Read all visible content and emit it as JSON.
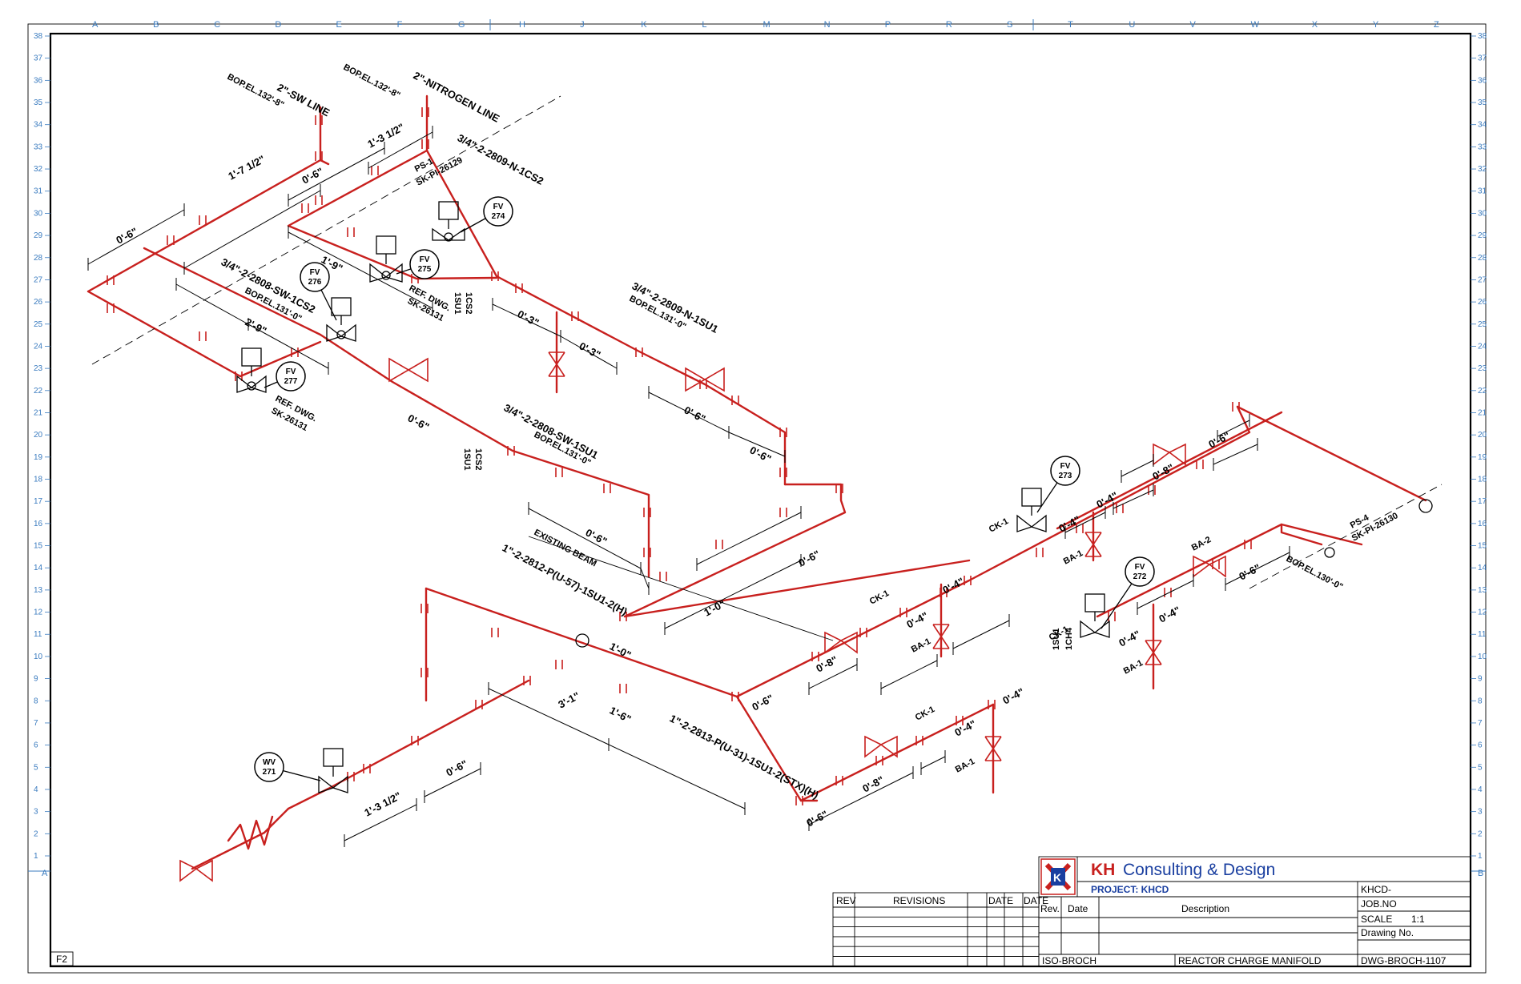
{
  "sheet": {
    "grid_letters": [
      "A",
      "B",
      "C",
      "D",
      "E",
      "F",
      "G",
      "H",
      "J",
      "K",
      "L",
      "M",
      "N",
      "P",
      "R",
      "S",
      "T",
      "U",
      "V",
      "W",
      "X",
      "Y",
      "Z"
    ],
    "grid_numbers": [
      "38",
      "37",
      "36",
      "35",
      "34",
      "33",
      "32",
      "31",
      "30",
      "29",
      "28",
      "27",
      "26",
      "25",
      "24",
      "23",
      "22",
      "21",
      "20",
      "19",
      "18",
      "17",
      "16",
      "15",
      "14",
      "13",
      "12",
      "11",
      "10",
      "9",
      "8",
      "7",
      "6",
      "5",
      "4",
      "3",
      "2",
      "1"
    ],
    "side_left": "A",
    "side_right": "B",
    "sheet_size": "F2",
    "colors": {
      "pipe": "#c8201e",
      "grid": "#3a7bbf",
      "ink": "#000000"
    }
  },
  "diagram": {
    "pipe_labels": {
      "sw_line": "2\"-SW LINE",
      "sw_el": "BOP.EL.132'-8\"",
      "nitrogen_line": "2\"-NITROGEN LINE",
      "nitrogen_el": "BOP.EL.132'-8\"",
      "n_1cs2": "3/4\"-2-2809-N-1CS2",
      "ps1": "PS-1",
      "ps1_ref": "SK-PI-26129",
      "sw_1cs2": "3/4\"-2-2808-SW-1CS2",
      "sw_1cs2_el": "BOP.EL.131'-0\"",
      "n_1su1": "3/4\"-2-2809-N-1SU1",
      "n_1su1_el": "BOP.EL.131'-0\"",
      "sw_1su1": "3/4\"-2-2808-SW-1SU1",
      "sw_1su1_el": "BOP.EL.131'-0\"",
      "existing_beam": "EXISTING BEAM",
      "p_2812": "1\"-2-2812-P(U-57)-1SU1-2(H)",
      "p_2813": "1\"-2-2813-P(U-31)-1SU1-2(STX)(H)",
      "ps4": "PS-4",
      "ps4_ref": "SK-PI-26130",
      "bop_130": "BOP.EL.130'-0\"",
      "spec_1cs2_a": "1CS2",
      "spec_1su1_a": "1SU1",
      "spec_1cs2_b": "1CS2",
      "spec_1su1_b": "1SU1",
      "spec_1su1_c": "1SU1",
      "spec_1ch4": "1CH4"
    },
    "refs": {
      "ref_275": "REF. DWG.",
      "ref_275_no": "SK-26131",
      "ref_277": "REF. DWG.",
      "ref_277_no": "SK-26131"
    },
    "tags": {
      "fv274": [
        "FV",
        "274"
      ],
      "fv275": [
        "FV",
        "275"
      ],
      "fv276": [
        "FV",
        "276"
      ],
      "fv277": [
        "FV",
        "277"
      ],
      "fv273": [
        "FV",
        "273"
      ],
      "fv272": [
        "FV",
        "272"
      ],
      "wv271": [
        "WV",
        "271"
      ]
    },
    "valve_labels": {
      "ck1_a": "CK-1",
      "ck1_b": "CK-1",
      "ck1_c": "CK-1",
      "ck1_d": "CK-1",
      "ba1_a": "BA-1",
      "ba1_b": "BA-1",
      "ba1_c": "BA-1",
      "ba1_d": "BA-1",
      "ba2": "BA-2"
    },
    "dimensions": {
      "d1": "1'-7 1/2\"",
      "d2": "0'-6\"",
      "d3": "1'-3 1/2\"",
      "d4": "0'-6\"",
      "d5": "1'-9\"",
      "d6": "2'-9\"",
      "d7": "0'-3\"",
      "d8": "0'-3\"",
      "d9": "0'-6\"",
      "d10": "0'-6\"",
      "d11": "0'-6\"",
      "d12": "0'-6\"",
      "d13": "0'-6\"",
      "d14": "1'-0\"",
      "d15": "1'-0\"",
      "d16": "3'-1\"",
      "d17": "1'-6\"",
      "d18": "0'-6\"",
      "d19": "1'-3 1/2\"",
      "d20": "0'-6\"",
      "d21": "0'-8\"",
      "d22": "0'-4\"",
      "d23": "0'-4\"",
      "d24": "0'-6\"",
      "d25": "0'-8\"",
      "d26": "0'-4\"",
      "d27": "0'-4\"",
      "d28": "0'-4\"",
      "d29": "0'-4\"",
      "d30": "0'-8\"",
      "d31": "0'-6\"",
      "d32": "0'-4\"",
      "d33": "0'-4\"",
      "d34": "0'-6\"",
      "d35": "0'-6\""
    }
  },
  "title_block": {
    "company_kh": "KH",
    "company_rest": "Consulting  &  Design",
    "project": "PROJECT:  KHCD",
    "code": "KHCD-",
    "job_no": "JOB.NO",
    "scale_label": "SCALE",
    "scale_value": "1:1",
    "drawing_no_label": "Drawing No.",
    "drawing_no": "DWG-BROCH-1107",
    "iso_name": "ISO-BROCH",
    "title": "REACTOR CHARGE MANIFOLD",
    "rev_header": "Rev.",
    "date_header": "Date",
    "description_header": "Description",
    "revisions_rev": "REV",
    "revisions_title": "REVISIONS",
    "revisions_date1": "DATE",
    "revisions_date2": "DATE"
  }
}
